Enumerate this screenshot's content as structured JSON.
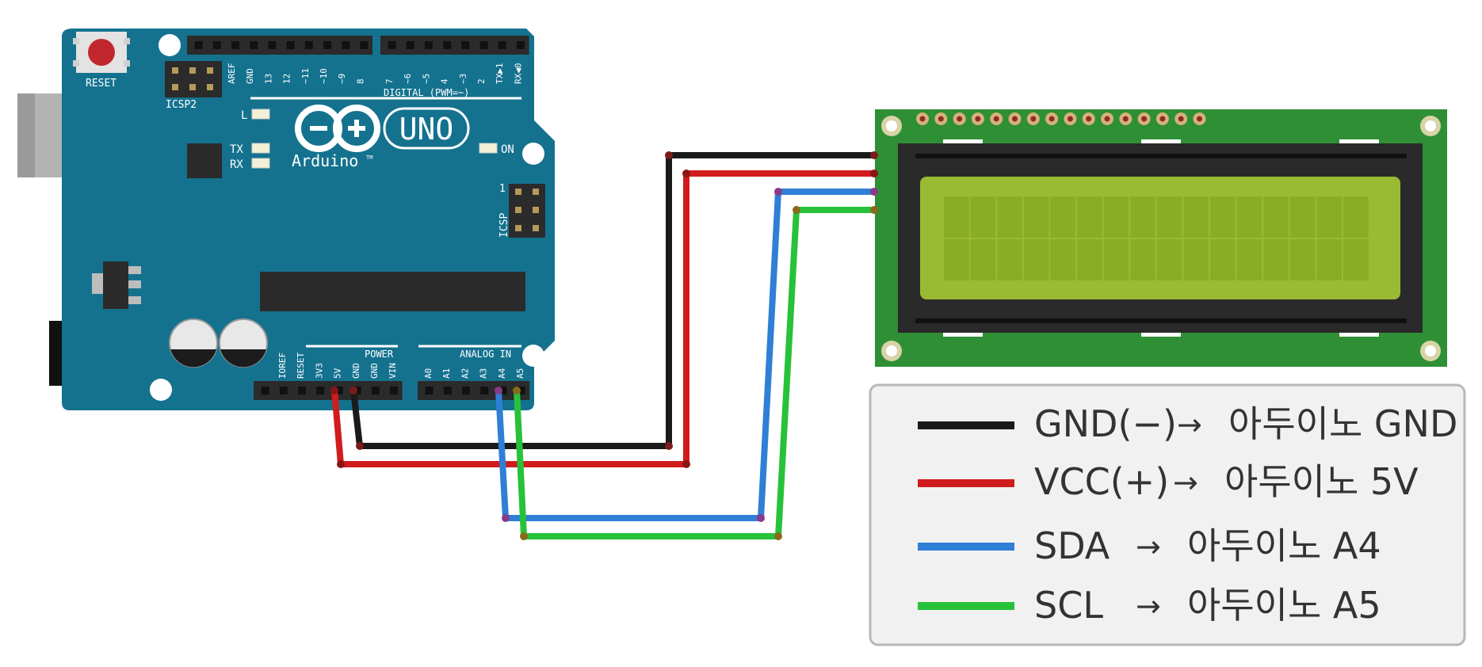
{
  "arduino": {
    "reset_label": "RESET",
    "icsp2_label": "ICSP2",
    "icsp_label": "ICSP",
    "icsp_pin1": "1",
    "brand": "Arduino",
    "trademark": "TM",
    "model": "UNO",
    "digital_header_label": "DIGITAL (PWM=~)",
    "digital_pins": [
      "AREF",
      "GND",
      "13",
      "12",
      "~11",
      "~10",
      "~9",
      "8",
      "7",
      "~6",
      "~5",
      "4",
      "~3",
      "2",
      "TX▶1",
      "RX◀0"
    ],
    "leds": {
      "l": "L",
      "tx": "TX",
      "rx": "RX",
      "on": "ON"
    },
    "power_header_label": "POWER",
    "power_pins": [
      "IOREF",
      "RESET",
      "3V3",
      "5V",
      "GND",
      "GND",
      "VIN"
    ],
    "analog_header_label": "ANALOG IN",
    "analog_pins": [
      "A0",
      "A1",
      "A2",
      "A3",
      "A4",
      "A5"
    ],
    "colors": {
      "board": "#14728f",
      "header": "#2b2b2b",
      "reset_button": "#c0282d"
    }
  },
  "lcd": {
    "pin_count": 16,
    "rows": 2,
    "columns": 16,
    "colors": {
      "pcb": "#2f8f35",
      "bezel": "#2a2a2a",
      "screen": "#99bb33",
      "cell": "#8aad26"
    }
  },
  "wires": [
    {
      "id": "gnd",
      "color": "#1a1a1a",
      "from_pin": "GND",
      "to_pin": "GND"
    },
    {
      "id": "vcc",
      "color": "#d01c1c",
      "from_pin": "5V",
      "to_pin": "VCC"
    },
    {
      "id": "sda",
      "color": "#2f7fd6",
      "from_pin": "A4",
      "to_pin": "SDA"
    },
    {
      "id": "scl",
      "color": "#27c23a",
      "from_pin": "A5",
      "to_pin": "SCL"
    }
  ],
  "legend": {
    "items": [
      {
        "color": "#1a1a1a",
        "signal": "GND(−)",
        "arrow": "→",
        "target": "아두이노 GND"
      },
      {
        "color": "#d01c1c",
        "signal": "VCC(+)",
        "arrow": "→",
        "target": "아두이노 5V"
      },
      {
        "color": "#2f7fd6",
        "signal": "SDA",
        "arrow": "→",
        "target": "아두이노 A4"
      },
      {
        "color": "#27c23a",
        "signal": "SCL",
        "arrow": "→",
        "target": "아두이노 A5"
      }
    ]
  }
}
